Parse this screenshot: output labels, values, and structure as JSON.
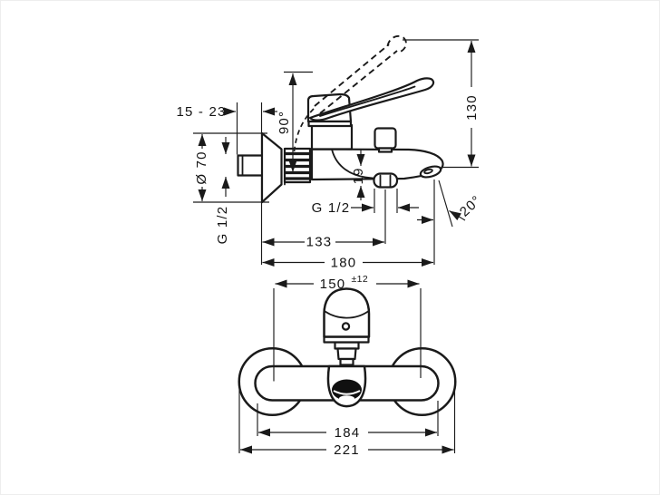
{
  "drawing": {
    "background_color": "#ffffff",
    "line_color": "#1a1a1a",
    "views": {
      "side": {
        "dimensions": {
          "wall_depth_range": "15 - 23",
          "handle_swing": "90°",
          "height_to_outlet": "130",
          "escutcheon_diameter": "Ø 70",
          "wall_connection_thread": "G 1/2",
          "outlet_drop": "19",
          "shower_outlet_thread": "G 1/2",
          "wall_to_shower_outlet": "133",
          "wall_to_spout_tip": "180",
          "spout_angle": "20°"
        }
      },
      "front": {
        "dimensions": {
          "connection_centers": "150",
          "connection_centers_tolerance": "±12",
          "body_width": "184",
          "overall_width": "221"
        }
      }
    }
  }
}
